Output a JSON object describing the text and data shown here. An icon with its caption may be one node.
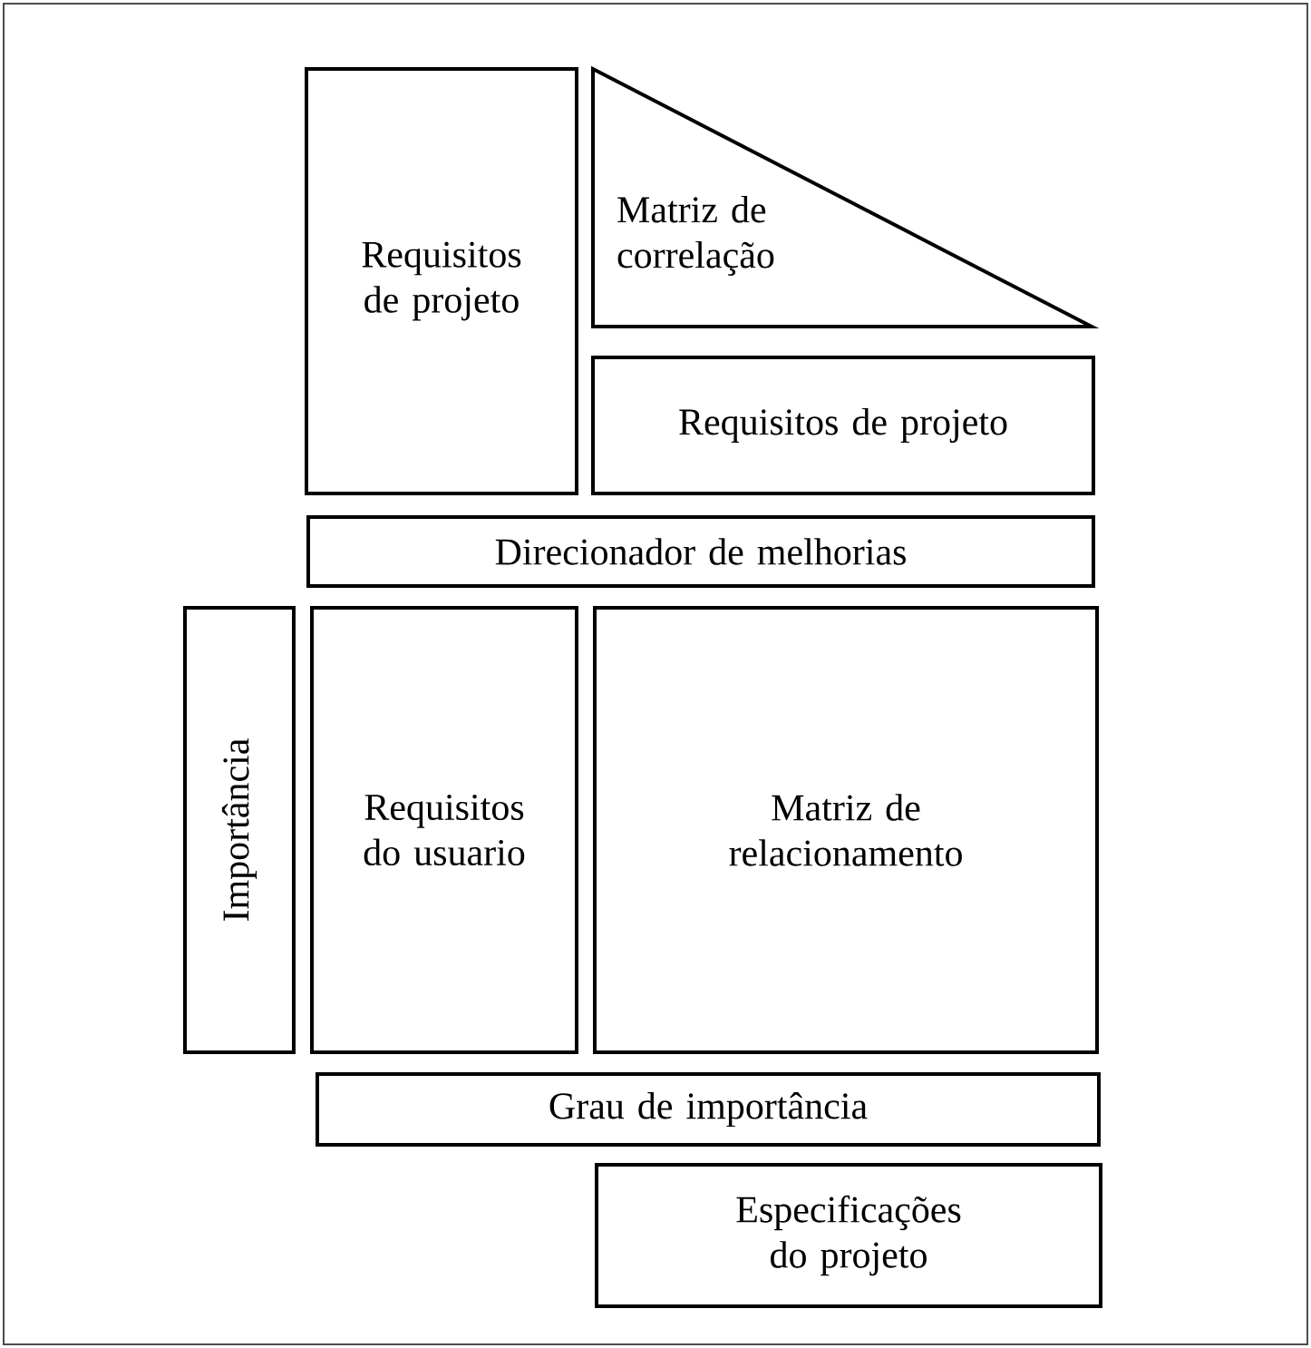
{
  "diagram": {
    "nodes": [
      {
        "text": [
          "Requisitos de projeto"
        ]
      },
      {
        "text": [
          "Matriz de correlação"
        ]
      },
      {
        "text": [
          "Requisitos de projeto"
        ]
      },
      {
        "text": [
          "Direcionador de melhorias"
        ]
      },
      {
        "text": [
          "Importância"
        ]
      },
      {
        "text": [
          "Requisitos do usuario"
        ]
      },
      {
        "text": [
          "Matriz de relacionamento"
        ]
      },
      {
        "text": [
          "Grau de importância"
        ]
      },
      {
        "text": [
          "Especificações do projeto"
        ]
      }
    ]
  }
}
